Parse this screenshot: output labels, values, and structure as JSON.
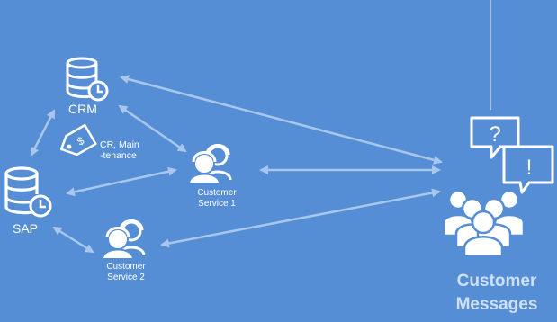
{
  "diagram": {
    "nodes": {
      "crm": {
        "label": "CRM",
        "icon": "database-clock-icon"
      },
      "sap": {
        "label": "SAP",
        "icon": "database-clock-icon"
      },
      "tag": {
        "label_line1": "CR, Main",
        "label_line2": "-tenance",
        "icon": "price-tag-icon"
      },
      "cs1": {
        "label_line1": "Customer",
        "label_line2": "Service 1",
        "icon": "headset-agents-icon"
      },
      "cs2": {
        "label_line1": "Customer",
        "label_line2": "Service 2",
        "icon": "headset-agents-icon"
      },
      "customers": {
        "label_line1": "Customer",
        "label_line2": "Messages",
        "icon": "customer-group-icon"
      }
    },
    "connections": [
      {
        "from": "crm",
        "to": "customers",
        "direction": "both"
      },
      {
        "from": "crm",
        "to": "sap",
        "direction": "both"
      },
      {
        "from": "crm",
        "to": "cs1",
        "direction": "both"
      },
      {
        "from": "sap",
        "to": "cs1",
        "direction": "both"
      },
      {
        "from": "sap",
        "to": "cs2",
        "direction": "both"
      },
      {
        "from": "cs1",
        "to": "customers",
        "direction": "both"
      },
      {
        "from": "cs2",
        "to": "customers",
        "direction": "both"
      }
    ],
    "colors": {
      "background": "#558ed5",
      "arrow": "#a9c7ec",
      "icon": "#ffffff",
      "label": "#ffffff",
      "title_label": "#cfe0f5"
    }
  }
}
